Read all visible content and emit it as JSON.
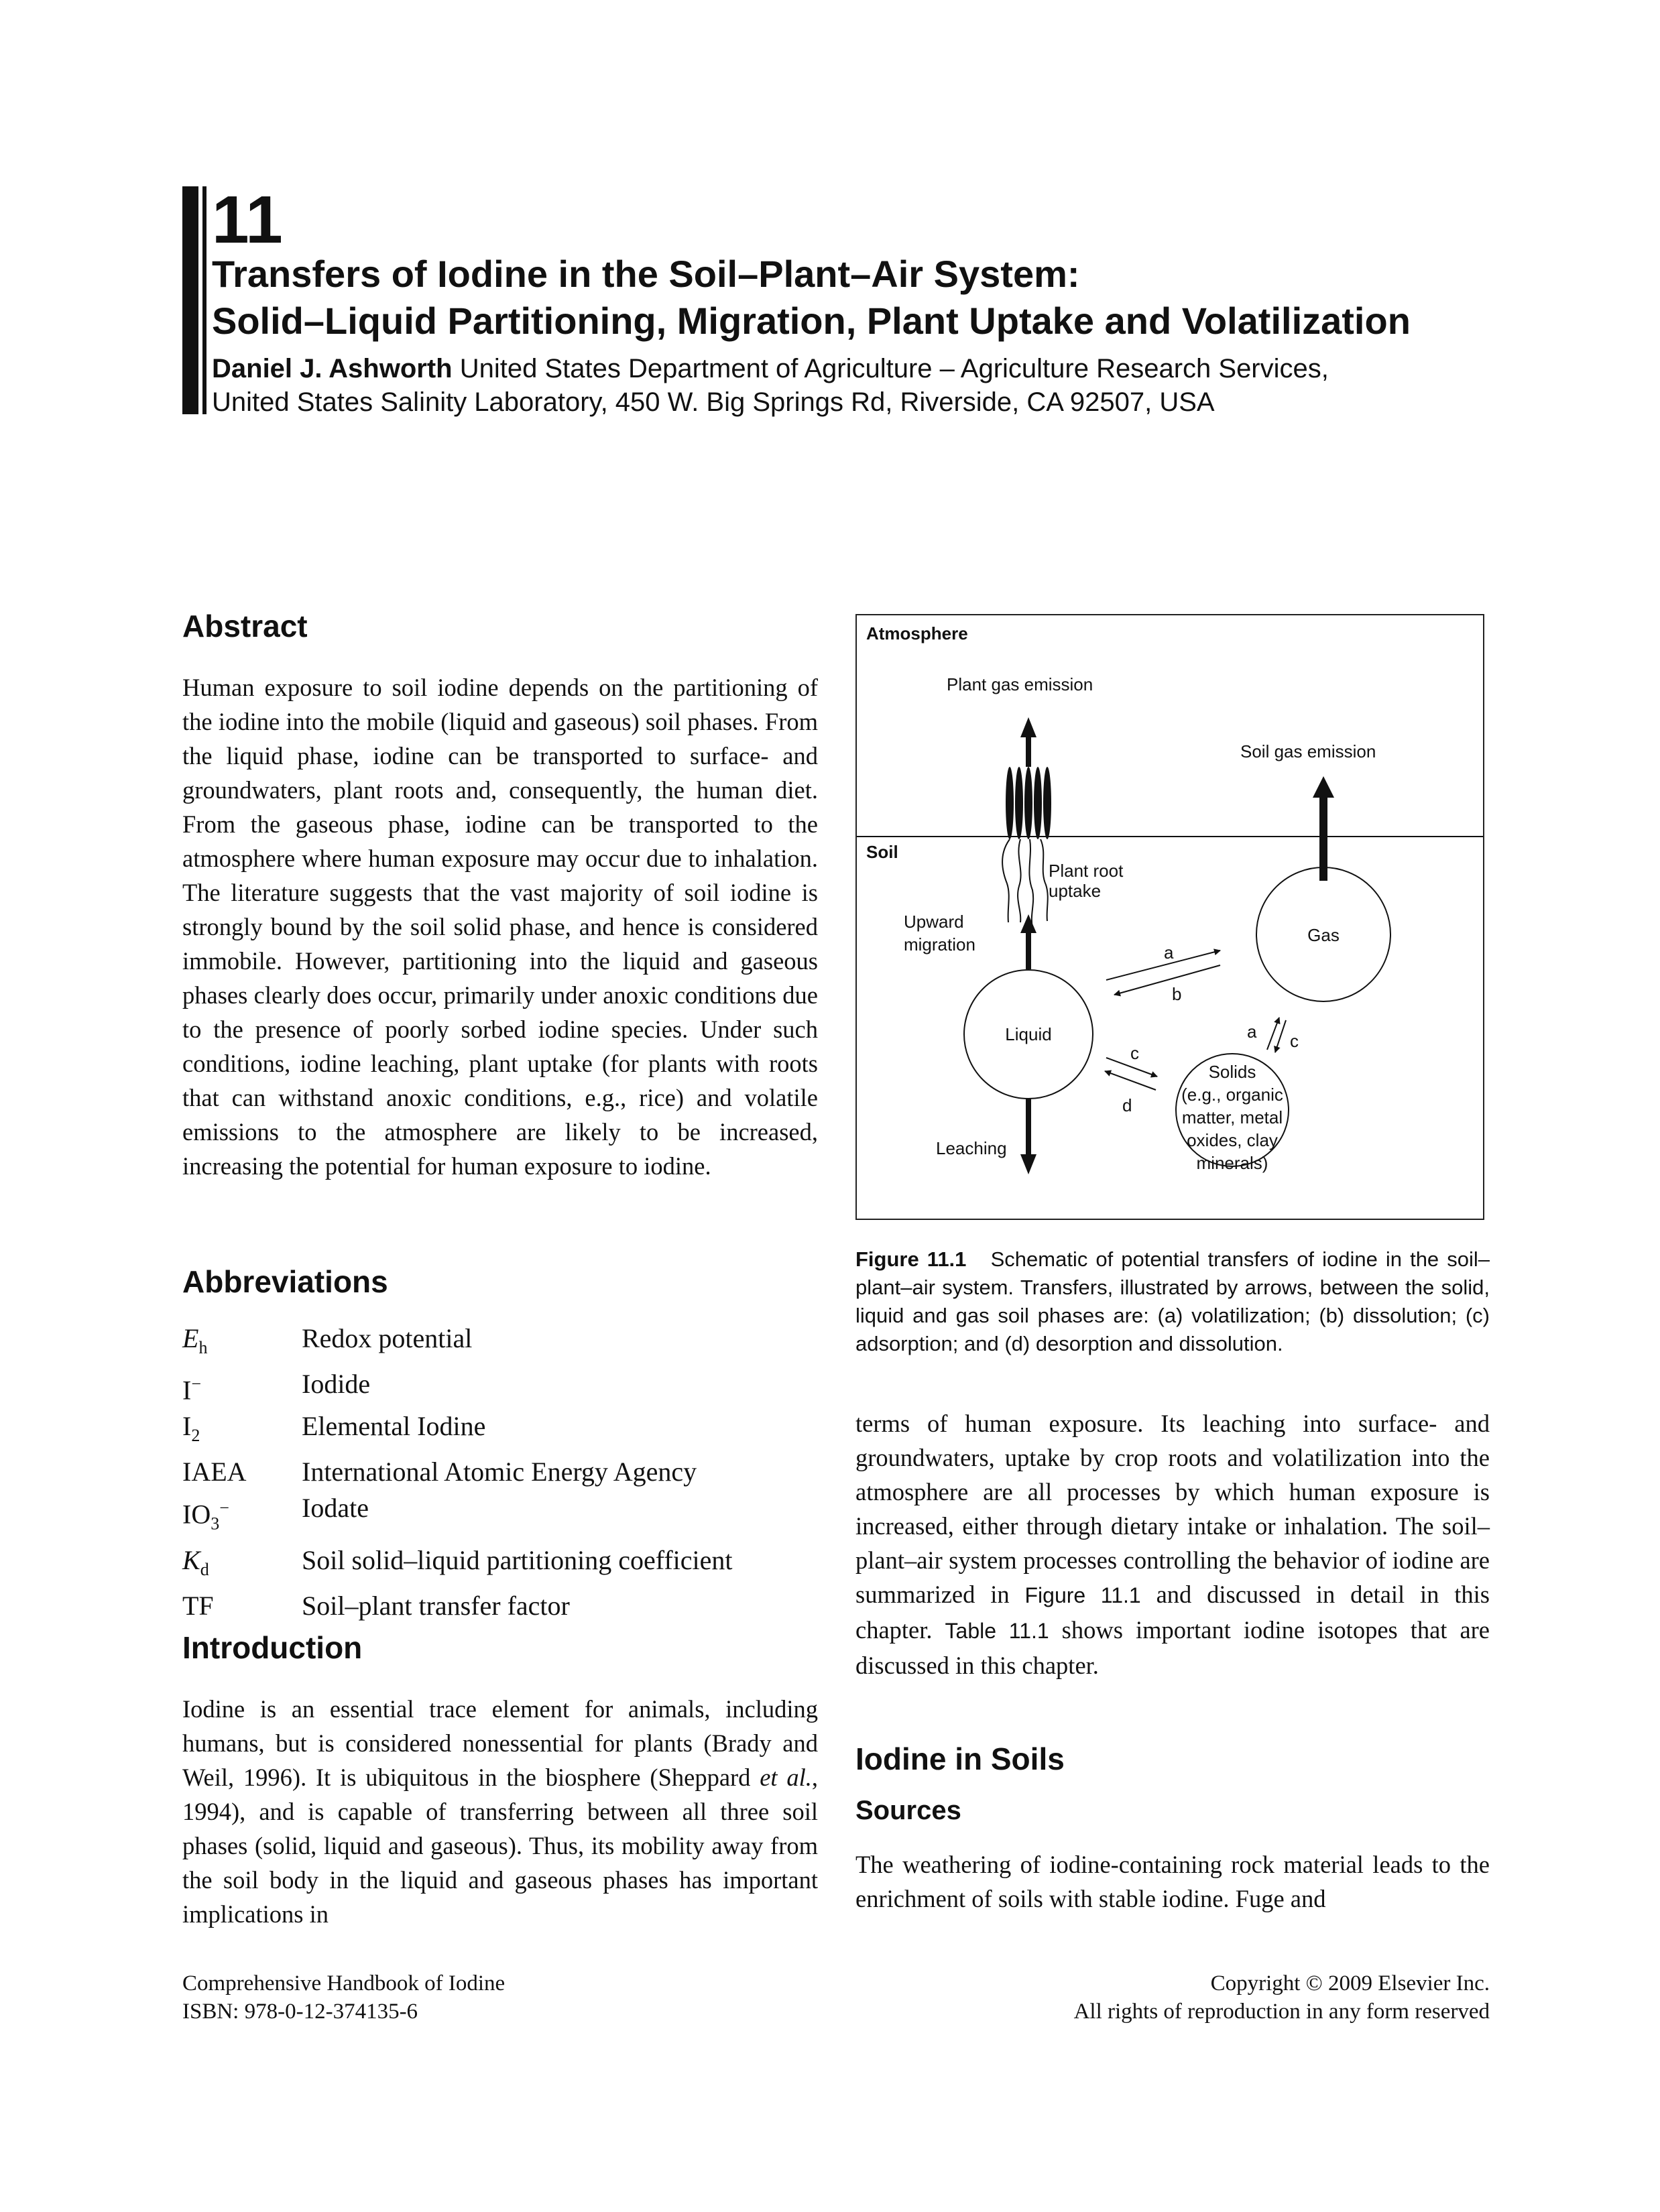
{
  "header": {
    "chapter_number": "11",
    "title_line1": "Transfers of Iodine in the Soil–Plant–Air System:",
    "title_line2": "Solid–Liquid Partitioning, Migration, Plant Uptake and Volatilization",
    "author": "Daniel J. Ashworth",
    "affiliation_line1": "United States Department of Agriculture – Agriculture Research Services,",
    "affiliation_line2": "United States Salinity Laboratory, 450 W. Big Springs Rd, Riverside, CA 92507, USA"
  },
  "abstract": {
    "heading": "Abstract",
    "text": "Human exposure to soil iodine depends on the partitioning of the iodine into the mobile (liquid and gaseous) soil phases. From the liquid phase, iodine can be transported to surface- and groundwaters, plant roots and, consequently, the human diet. From the gaseous phase, iodine can be transported to the atmosphere where human exposure may occur due to inhalation. The literature suggests that the vast majority of soil iodine is strongly bound by the soil solid phase, and hence is considered immobile. However, partitioning into the liquid and gaseous phases clearly does occur, primarily under anoxic conditions due to the presence of poorly sorbed iodine species. Under such conditions, iodine leaching, plant uptake (for plants with roots that can withstand anoxic conditions, e.g., rice) and volatile emissions to the atmosphere are likely to be increased, increasing the potential for human exposure to iodine."
  },
  "abbreviations": {
    "heading": "Abbreviations",
    "items": [
      {
        "term": "E",
        "term_sub": "h",
        "term_sup": "",
        "def": "Redox potential"
      },
      {
        "term": "I",
        "term_sub": "",
        "term_sup": "−",
        "def": "Iodide"
      },
      {
        "term": "I",
        "term_sub": "2",
        "term_sup": "",
        "def": "Elemental Iodine"
      },
      {
        "term": "IAEA",
        "term_sub": "",
        "term_sup": "",
        "def": "International Atomic Energy Agency"
      },
      {
        "term": "IO",
        "term_sub": "3",
        "term_sup": "−",
        "def": "Iodate"
      },
      {
        "term": "K",
        "term_sub": "d",
        "term_sup": "",
        "def": "Soil solid–liquid partitioning coefficient"
      },
      {
        "term": "TF",
        "term_sub": "",
        "term_sup": "",
        "def": "Soil–plant transfer factor"
      }
    ]
  },
  "introduction": {
    "heading": "Introduction",
    "text_before_etal": "Iodine is an essential trace element for animals, including humans, but is considered nonessential for plants (Brady and Weil, 1996). It is ubiquitous in the biosphere (Sheppard ",
    "etal": "et al.",
    "text_after_etal": ", 1994), and is capable of transferring between all three soil phases (solid, liquid and gaseous). Thus, its mobility away from the soil body in the liquid and gaseous phases has important implications in"
  },
  "figure": {
    "atmosphere_label": "Atmosphere",
    "soil_label": "Soil",
    "plant_gas_emission": "Plant gas emission",
    "soil_gas_emission": "Soil gas emission",
    "plant_root_uptake_1": "Plant root",
    "plant_root_uptake_2": "uptake",
    "upward_migration_1": "Upward",
    "upward_migration_2": "migration",
    "gas": "Gas",
    "liquid": "Liquid",
    "leaching": "Leaching",
    "solids_1": "Solids",
    "solids_2": "(e.g., organic",
    "solids_3": "matter, metal",
    "solids_4": "oxides, clay",
    "solids_5": "minerals)",
    "arrow_a": "a",
    "arrow_b": "b",
    "arrow_c": "c",
    "arrow_d": "d",
    "caption_label": "Figure 11.1",
    "caption_text": "Schematic of potential transfers of iodine in the soil–plant–air system. Transfers, illustrated by arrows, between the solid, liquid and gas soil phases are: (a) volatilization; (b) dissolution; (c) adsorption; and (d) desorption and dissolution."
  },
  "right_column": {
    "text_part1": "terms of human exposure. Its leaching into surface- and groundwaters, uptake by crop roots and volatilization into the atmosphere are all processes by which human exposure is increased, either through dietary intake or inhalation. The soil–plant–air system processes controlling the behavior of iodine are summarized in ",
    "figure_ref": "Figure 11.1",
    "text_part2": " and discussed in detail in this chapter. ",
    "table_ref": "Table 11.1",
    "text_part3": " shows important iodine isotopes that are discussed in this chapter.",
    "soils_heading": "Iodine in Soils",
    "sources_heading": "Sources",
    "sources_text": "The weathering of iodine-containing rock material leads to the enrichment of soils with stable iodine. Fuge and"
  },
  "footer": {
    "book_title": "Comprehensive Handbook of Iodine",
    "isbn": "ISBN: 978-0-12-374135-6",
    "copyright": "Copyright © 2009 Elsevier Inc.",
    "rights": "All rights of reproduction in any form reserved"
  }
}
